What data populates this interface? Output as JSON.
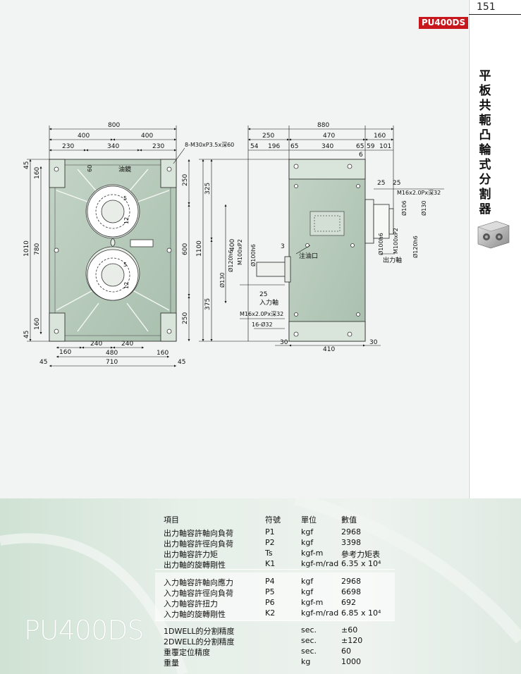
{
  "header": {
    "page_number": "151",
    "model_badge": "PU400DS",
    "vertical_title": "平板共軛凸輪式分割器",
    "product_icon": "cam-indexer-photo"
  },
  "drawing": {
    "front_view": {
      "dims_top": [
        "800",
        "400",
        "400",
        "230",
        "340",
        "230"
      ],
      "dims_left": [
        "1010",
        "780",
        "45",
        "160",
        "160",
        "45"
      ],
      "dims_right": [
        "250",
        "600",
        "250"
      ],
      "dims_bottom": [
        "160",
        "240",
        "240",
        "480",
        "160",
        "45",
        "710",
        "45"
      ],
      "bolt_note": "8-M30xP3.5x深60",
      "oil_gauge": "油鏡",
      "small_labels": [
        "60",
        "5",
        "12",
        "5",
        "12"
      ]
    },
    "side_view": {
      "dims_top": [
        "880",
        "250",
        "470",
        "160",
        "54",
        "196",
        "65",
        "340",
        "65",
        "59",
        "101",
        "6",
        "25",
        "25"
      ],
      "dims_left": [
        "325",
        "1100",
        "400",
        "375"
      ],
      "shaft_labels": [
        "Ø120h6",
        "M100xP2",
        "Ø100h6",
        "Ø130"
      ],
      "output_labels": [
        "Ø100h6",
        "M100xP2",
        "Ø120h6",
        "Ø106",
        "Ø130"
      ],
      "thread_out": "M16x2.0Px深32",
      "thread_in": "M16x2.0Px深32",
      "hole_in": "16-Ø32",
      "oil_inlet": "注油口",
      "input_shaft": "入力軸",
      "output_shaft": "出力軸",
      "mark_3": "3",
      "mark_25": "25",
      "dims_bottom": [
        "30",
        "410",
        "30"
      ]
    }
  },
  "spec": {
    "model_name": "PU400DS",
    "headers": [
      "項目",
      "符號",
      "單位",
      "數值"
    ],
    "groups": [
      {
        "rows": [
          {
            "item": "出力軸容許軸向負荷",
            "symbol": "P1",
            "unit": "kgf",
            "value": "2968"
          },
          {
            "item": "出力軸容許徑向負荷",
            "symbol": "P2",
            "unit": "kgf",
            "value": "3398"
          },
          {
            "item": "出力軸容許力矩",
            "symbol": "Ts",
            "unit": "kgf-m",
            "value": "參考力矩表"
          },
          {
            "item": "出力軸的旋轉剛性",
            "symbol": "K1",
            "unit": "kgf-m/rad",
            "value": "6.35 x 10⁴"
          }
        ]
      },
      {
        "rows": [
          {
            "item": "入力軸容許軸向應力",
            "symbol": "P4",
            "unit": "kgf",
            "value": "2968"
          },
          {
            "item": "入力軸容許徑向負荷",
            "symbol": "P5",
            "unit": "kgf",
            "value": "6698"
          },
          {
            "item": "入力軸容許扭力",
            "symbol": "P6",
            "unit": "kgf-m",
            "value": "692"
          },
          {
            "item": "入力軸的旋轉剛性",
            "symbol": "K2",
            "unit": "kgf-m/rad",
            "value": "6.85 x 10⁴"
          }
        ]
      },
      {
        "rows": [
          {
            "item": "1DWELL的分割精度",
            "symbol": "",
            "unit": "sec.",
            "value": "±60"
          },
          {
            "item": "2DWELL的分割精度",
            "symbol": "",
            "unit": "sec.",
            "value": "±120"
          },
          {
            "item": "重覆定位精度",
            "symbol": "",
            "unit": "sec.",
            "value": "60"
          },
          {
            "item": "重量",
            "symbol": "",
            "unit": "kg",
            "value": "1000"
          }
        ]
      }
    ]
  },
  "colors": {
    "accent_red": "#c8161d",
    "body_green": "#b7cbbb",
    "line": "#1a1a1a",
    "spec_bg": "#dfeae2"
  }
}
